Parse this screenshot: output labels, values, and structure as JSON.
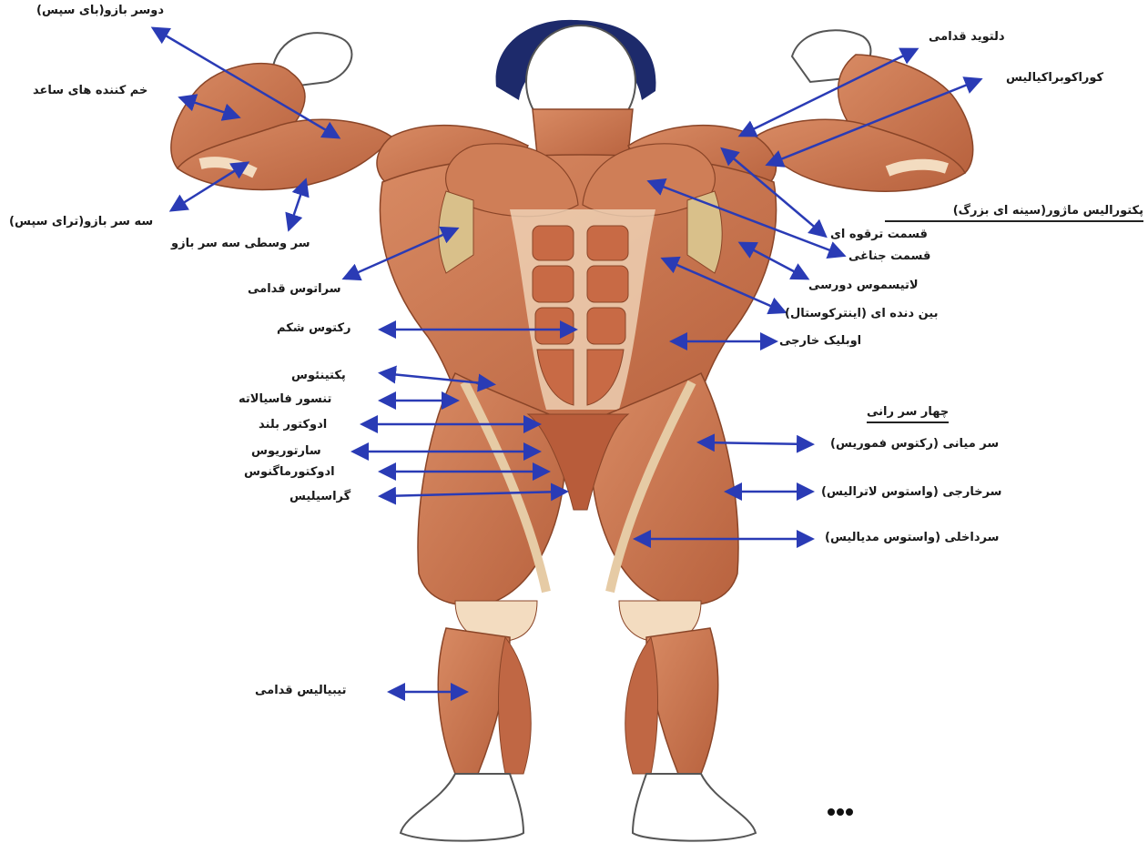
{
  "title": "",
  "labels": {
    "biceps": "دوسر بازو(بای سپس)",
    "forearm_flexors": "خم کننده های ساعد",
    "triceps": "سه سر بازو(ترای سپس)",
    "triceps_medial": "سر وسطی سه سر بازو",
    "serratus": "سراتوس قدامی",
    "rectus_abdominis": "رکتوس شکم",
    "pectineus": "پکتینئوس",
    "tensor_fascia_latae": "تنسور فاسیالاته",
    "adductor_longus": "ادوکتور بلند",
    "sartorius": "سارتوریوس",
    "adductor_magnus": "ادوکتورماگنوس",
    "gracilis": "گراسیلیس",
    "tibialis_anterior": "تیبیالیس قدامی",
    "anterior_deltoid": "دلتوید قدامی",
    "coracobrachialis": "کوراکوبراکیالیس",
    "pectoralis_major_header": "پکتورالیس ماژور(سینه ای بزرگ)",
    "clavicular_part": "قسمت ترقوه ای",
    "sternal_part": "قسمت جناغی",
    "latissimus_dorsi": "لاتیسموس دورسی",
    "intercostal": "بین دنده ای (اینترکوستال)",
    "external_oblique": "اوبلیک خارجی",
    "quadriceps_header": "چهار سر رانی",
    "rectus_femoris": "سر میانی (رکتوس فموریس)",
    "vastus_lateralis": "سرخارجی (واستوس لاترالیس)",
    "vastus_medialis": "سرداخلی (واستوس مدیالیس)"
  },
  "colors": {
    "muscle": "#c97550",
    "muscle_dark": "#9a4a2e",
    "tendon": "#f3dcc0",
    "skin_outline": "#555555",
    "hair": "#1d2a6b",
    "arrow": "#2a3bb5"
  },
  "icons": [
    "arrow-icon"
  ]
}
